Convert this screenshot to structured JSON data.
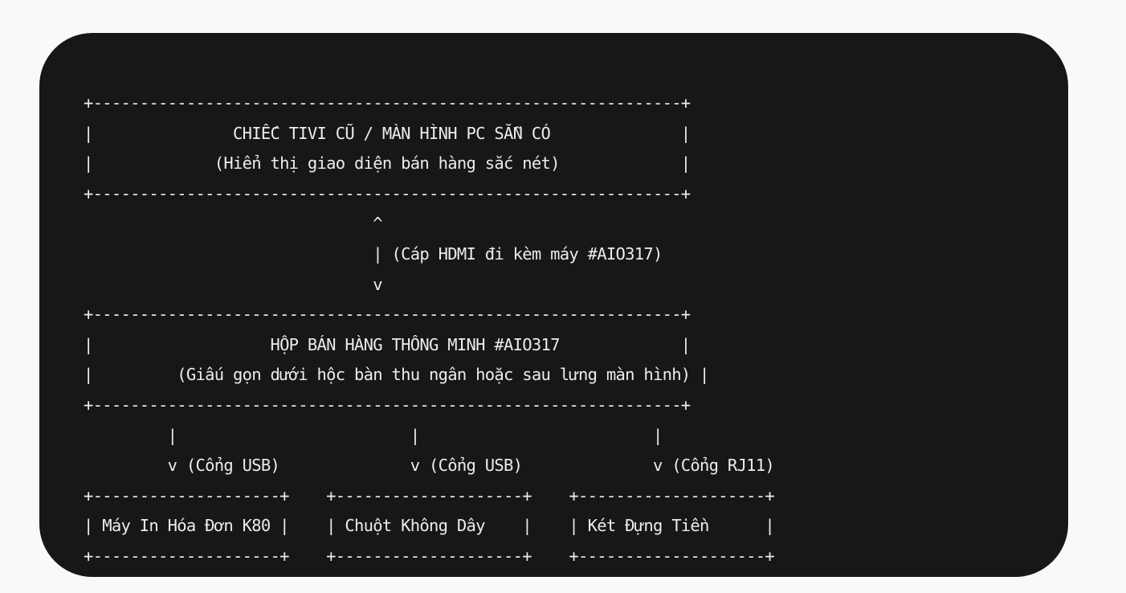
{
  "diagram": {
    "lines": [
      "+---------------------------------------------------------------+",
      "|               CHIẾC TIVI CŨ / MÀN HÌNH PC SẴN CÓ              |",
      "|             (Hiển thị giao diện bán hàng sắc nét)             |",
      "+---------------------------------------------------------------+",
      "                               ^",
      "                               | (Cáp HDMI đi kèm máy #AIO317)",
      "                               v",
      "+---------------------------------------------------------------+",
      "|                   HỘP BÁN HÀNG THÔNG MINH #AIO317             |",
      "|         (Giấu gọn dưới hộc bàn thu ngân hoặc sau lưng màn hình) |",
      "+---------------------------------------------------------------+",
      "         |                         |                         |",
      "         v (Cổng USB)              v (Cổng USB)              v (Cổng RJ11)",
      "+--------------------+    +--------------------+    +--------------------+",
      "| Máy In Hóa Đơn K80 |    | Chuột Không Dây    |    | Két Đựng Tiền      |",
      "+--------------------+    +--------------------+    +--------------------+"
    ]
  }
}
